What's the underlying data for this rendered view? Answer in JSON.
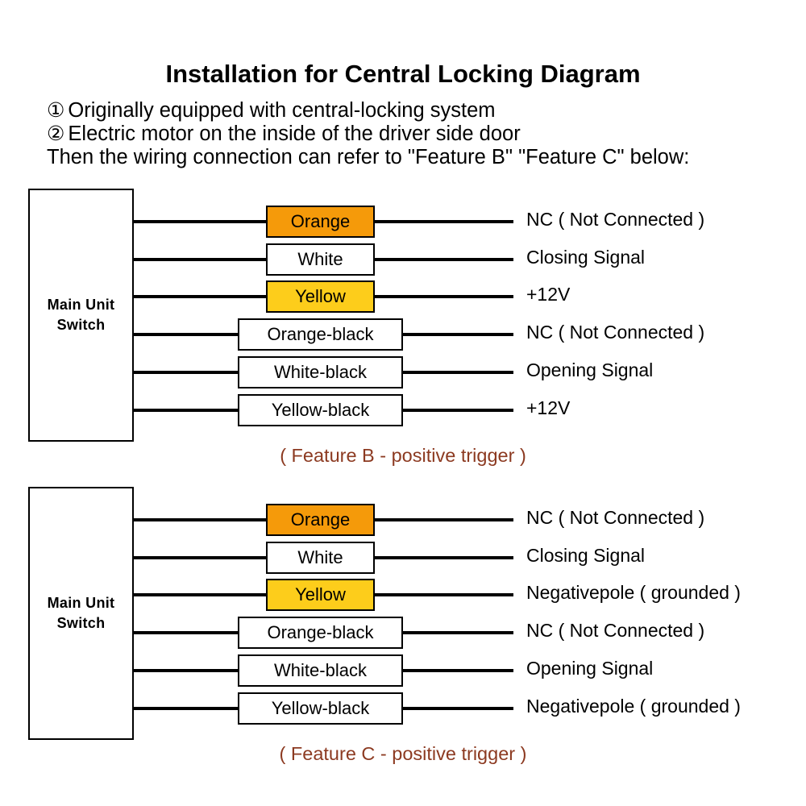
{
  "header": {
    "title": "Installation for Central Locking Diagram",
    "notes": [
      {
        "marker": "①",
        "text": "Originally equipped with central-locking system"
      },
      {
        "marker": "②",
        "text": "Electric motor on the inside of the driver side door"
      }
    ],
    "closing_line": "Then the wiring connection can refer to \"Feature B\" \"Feature C\" below:"
  },
  "colors": {
    "orange": "#F59A0A",
    "yellow": "#FDCD1B",
    "white": "#FFFFFF",
    "wire": "#000000",
    "caption": "#8C3A21",
    "border": "#000000"
  },
  "blocks": [
    {
      "id": "feature-b",
      "unit_label_line1": "Main Unit",
      "unit_label_line2": "Switch",
      "caption": "( Feature B - positive trigger )",
      "rows": [
        {
          "wire": "Orange",
          "color_key": "orange",
          "width": "narrow",
          "function": "NC ( Not Connected )"
        },
        {
          "wire": "White",
          "color_key": "white",
          "width": "narrow",
          "function": "Closing Signal"
        },
        {
          "wire": "Yellow",
          "color_key": "yellow",
          "width": "narrow",
          "function": "+12V"
        },
        {
          "wire": "Orange-black",
          "color_key": "white",
          "width": "wide",
          "function": "NC ( Not Connected )"
        },
        {
          "wire": "White-black",
          "color_key": "white",
          "width": "wide",
          "function": "Opening Signal"
        },
        {
          "wire": "Yellow-black",
          "color_key": "white",
          "width": "wide",
          "function": "+12V"
        }
      ]
    },
    {
      "id": "feature-c",
      "unit_label_line1": "Main Unit",
      "unit_label_line2": "Switch",
      "caption": "( Feature C - positive trigger )",
      "rows": [
        {
          "wire": "Orange",
          "color_key": "orange",
          "width": "narrow",
          "function": "NC ( Not Connected )"
        },
        {
          "wire": "White",
          "color_key": "white",
          "width": "narrow",
          "function": "Closing Signal"
        },
        {
          "wire": "Yellow",
          "color_key": "yellow",
          "width": "narrow",
          "function": "Negativepole ( grounded )"
        },
        {
          "wire": "Orange-black",
          "color_key": "white",
          "width": "wide",
          "function": "NC ( Not Connected )"
        },
        {
          "wire": "White-black",
          "color_key": "white",
          "width": "wide",
          "function": "Opening Signal"
        },
        {
          "wire": "Yellow-black",
          "color_key": "white",
          "width": "wide",
          "function": "Negativepole ( grounded )"
        }
      ]
    }
  ]
}
